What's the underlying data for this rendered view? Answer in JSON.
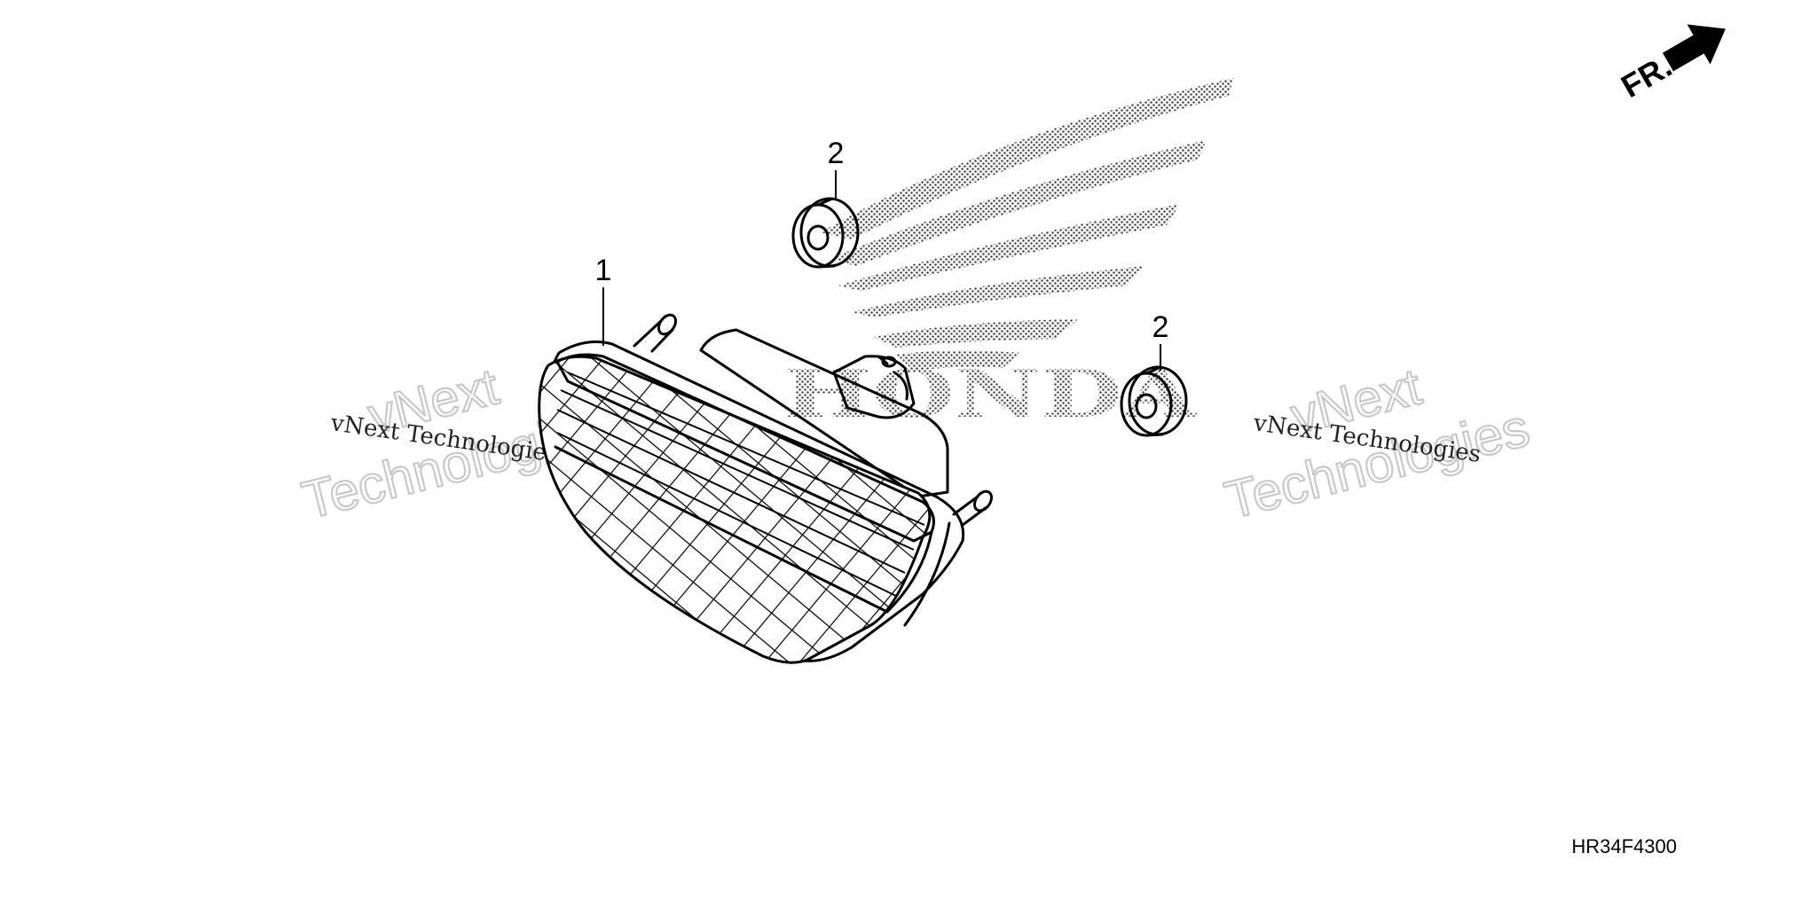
{
  "diagram": {
    "direction_label": "FR.",
    "diagram_code": "HR34F4300",
    "callouts": [
      {
        "id": "part-1",
        "label": "1"
      },
      {
        "id": "part-2a",
        "label": "2"
      },
      {
        "id": "part-2b",
        "label": "2"
      }
    ],
    "watermark": {
      "logo_text": "HONDA",
      "brand_short": "vNext",
      "brand_long": "Technologies",
      "brand_full": "vNext Technologies"
    }
  }
}
